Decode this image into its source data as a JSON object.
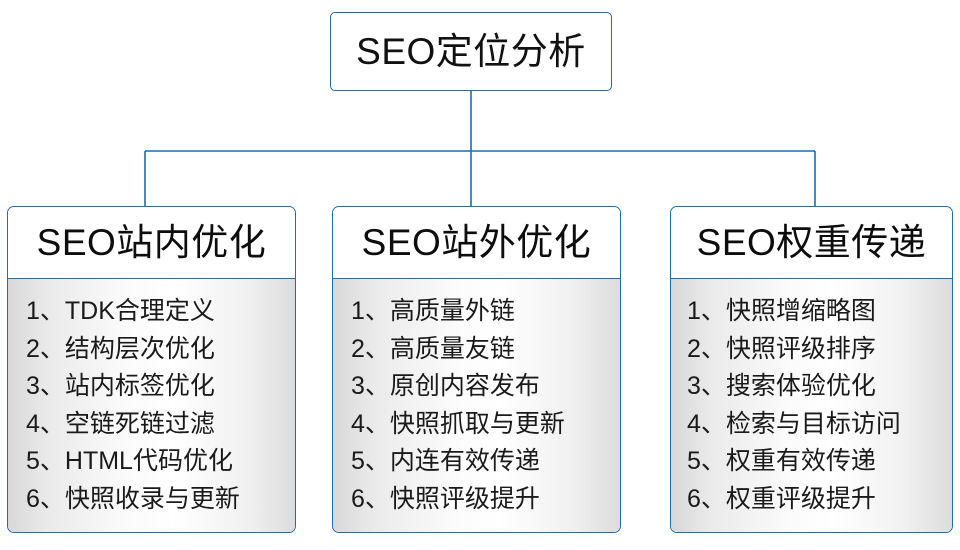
{
  "diagram": {
    "title": "SEO定位分析",
    "accent_color": "#1B6CB0",
    "root": {
      "label": "SEO定位分析"
    },
    "columns": [
      {
        "header": "SEO站内优化",
        "items": [
          "1、TDK合理定义",
          "2、结构层次优化",
          "3、站内标签优化",
          "4、空链死链过滤",
          "5、HTML代码优化",
          "6、快照收录与更新"
        ]
      },
      {
        "header": "SEO站外优化",
        "items": [
          "1、高质量外链",
          "2、高质量友链",
          "3、原创内容发布",
          "4、快照抓取与更新",
          "5、内连有效传递",
          "6、快照评级提升"
        ]
      },
      {
        "header": "SEO权重传递",
        "items": [
          "1、快照增缩略图",
          "2、快照评级排序",
          "3、搜索体验优化",
          "4、检索与目标访问",
          "5、权重有效传递",
          "6、权重评级提升"
        ]
      }
    ]
  }
}
